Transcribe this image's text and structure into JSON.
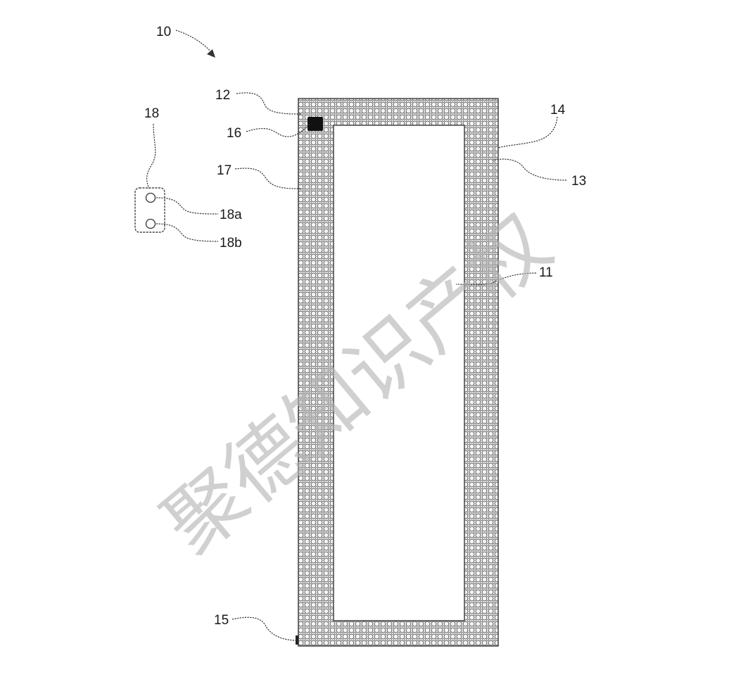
{
  "labels": {
    "ref_10": "10",
    "ref_11": "11",
    "ref_12": "12",
    "ref_13": "13",
    "ref_14": "14",
    "ref_15": "15",
    "ref_16": "16",
    "ref_17": "17",
    "ref_18": "18",
    "ref_18a": "18a",
    "ref_18b": "18b"
  },
  "watermark": {
    "text": "聚德知识产权"
  },
  "colors": {
    "line": "#333333",
    "pattern": "#555555",
    "module": "#111111",
    "watermark": "#b4b4b4"
  }
}
